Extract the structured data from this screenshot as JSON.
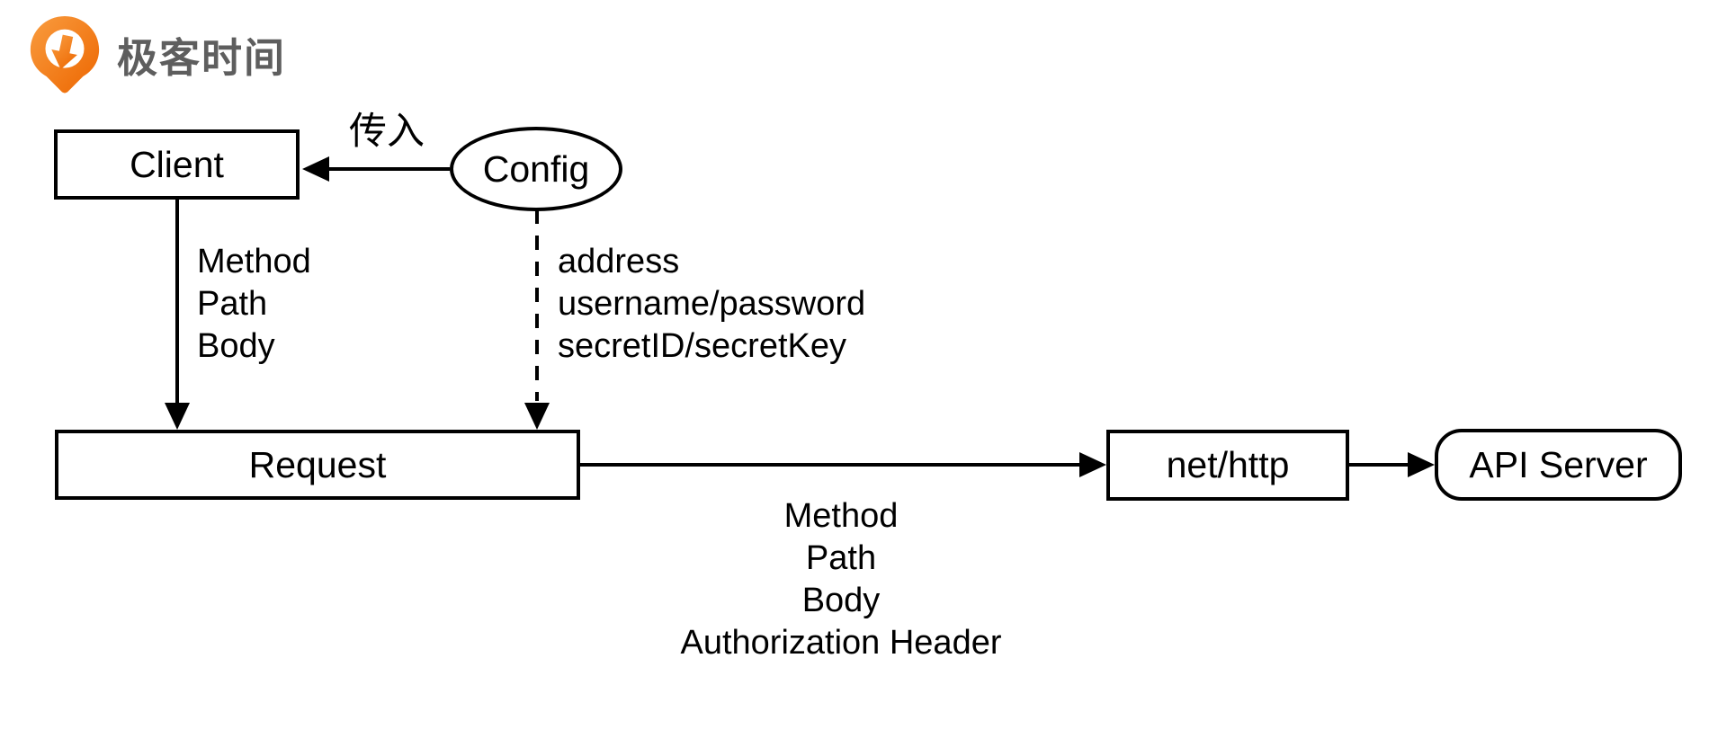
{
  "brand": {
    "text": "极客时间",
    "text_color": "#5E5E5E",
    "logo_orange_light": "#F99C3F",
    "logo_orange_dark": "#ED6600"
  },
  "diagram": {
    "background": "#FFFFFF",
    "line_color": "#000000",
    "nodes": {
      "client": {
        "label": "Client",
        "shape": "rectangle"
      },
      "config": {
        "label": "Config",
        "shape": "ellipse"
      },
      "request": {
        "label": "Request",
        "shape": "rectangle"
      },
      "net_http": {
        "label": "net/http",
        "shape": "rectangle"
      },
      "api_server": {
        "label": "API Server",
        "shape": "rounded-rectangle"
      }
    },
    "edges": {
      "config_to_client": {
        "style": "solid-arrow",
        "label": "传入"
      },
      "client_to_request": {
        "style": "solid-arrow",
        "label_lines": [
          "Method",
          "Path",
          "Body"
        ]
      },
      "config_to_request": {
        "style": "dashed-arrow",
        "label_lines": [
          "address",
          "username/password",
          "secretID/secretKey"
        ]
      },
      "request_to_net_http": {
        "style": "solid-arrow",
        "label_lines": [
          "Method",
          "Path",
          "Body",
          "Authorization Header"
        ]
      },
      "net_http_to_api_server": {
        "style": "solid-arrow"
      }
    }
  }
}
